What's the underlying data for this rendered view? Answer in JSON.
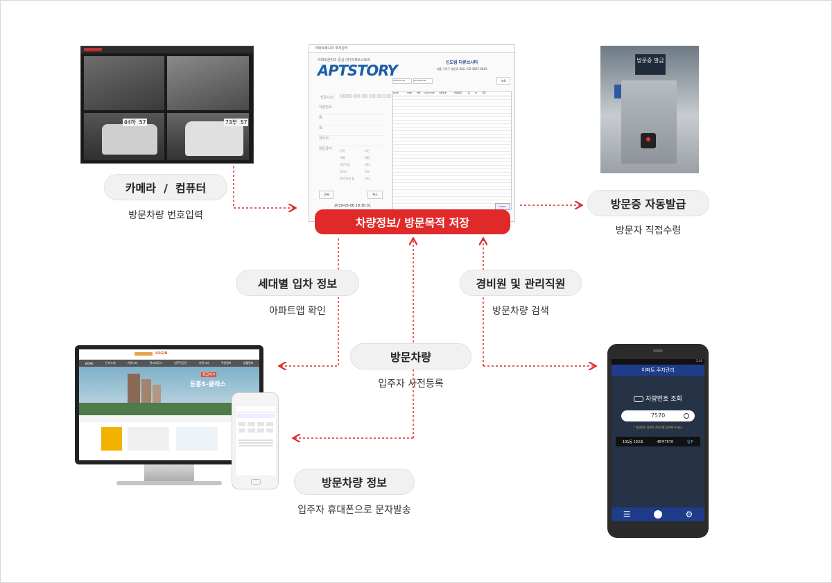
{
  "cctv": {
    "plates": [
      "04하 57",
      "73부 57"
    ]
  },
  "software": {
    "window_title": "아파트매니저 주차관리",
    "brand_tagline": "아파트관리의 중심 (주)아파트스토리",
    "brand_name": "APTSTORY",
    "site_name": "신도림 디큐브시티",
    "site_address": "서울 구로구 경인로 662 / 02-3667-6661",
    "clock": "0000-00-00 00:00:00",
    "fields": [
      "방문시간:",
      "차량번호:",
      "동:",
      "호:",
      "연락처:",
      "방문목적:"
    ],
    "purposes": [
      "가족",
      "지인",
      "택배",
      "배달",
      "방문차량",
      "세탁",
      "학습지",
      "A/S",
      "한방/동네 돌",
      "기타"
    ],
    "date_from": "2019-05-01",
    "date_to": "2019-05-06",
    "search_label": "조회",
    "save_label": "등록",
    "cancel_label": "취소",
    "timestamp": "2019-05-06 18:30:31",
    "excel_label": "EXCEL",
    "table_headers": [
      "DATE",
      "TIME",
      "방법",
      "CARDTYPE",
      "차량번호",
      "방문목적",
      "동",
      "호",
      "전화"
    ]
  },
  "kiosk": {
    "sign": "방문증 발급"
  },
  "labels": {
    "camera": "카메라  /  컴퓨터",
    "camera_sub": "방문차량 번호입력",
    "save": "차량정보/ 방문목적 저장",
    "issue": "방문증 자동발급",
    "issue_sub": "방문자 직접수령",
    "household": "세대별 입차 정보",
    "household_sub": "아파트앱 확인",
    "guard": "경비원 및 관리직원",
    "guard_sub": "방문차량 검색",
    "visitor": "방문차량",
    "visitor_sub": "입주자 사전등록",
    "visitor_info": "방문차량 정보",
    "visitor_info_sub": "입주자 휴대폰으로 문자발송"
  },
  "website": {
    "login": "LOGIN",
    "menu": [
      "HOME",
      "단지소개",
      "커뮤니티",
      "관리사무소",
      "입주민공간",
      "커뮤니티",
      "주변정보",
      "생활정보"
    ],
    "banner_small": "특급지구",
    "banner_title": "동홍S-클래스"
  },
  "mobile": {
    "status": "2:20",
    "app_title": "아파트 주차관리",
    "heading": "차량번호 조회",
    "search_value": "7570",
    "hint": "* 차량번호 뒷번호 4자리를 입력해 주세요.",
    "result_unit": "101동 102호",
    "result_plate": "45무7570",
    "result_status": "입주"
  },
  "colors": {
    "accent": "#e02a2a",
    "arrow": "#e02a2a",
    "app_bg": "#263246",
    "app_bar": "#1d3c8a"
  }
}
